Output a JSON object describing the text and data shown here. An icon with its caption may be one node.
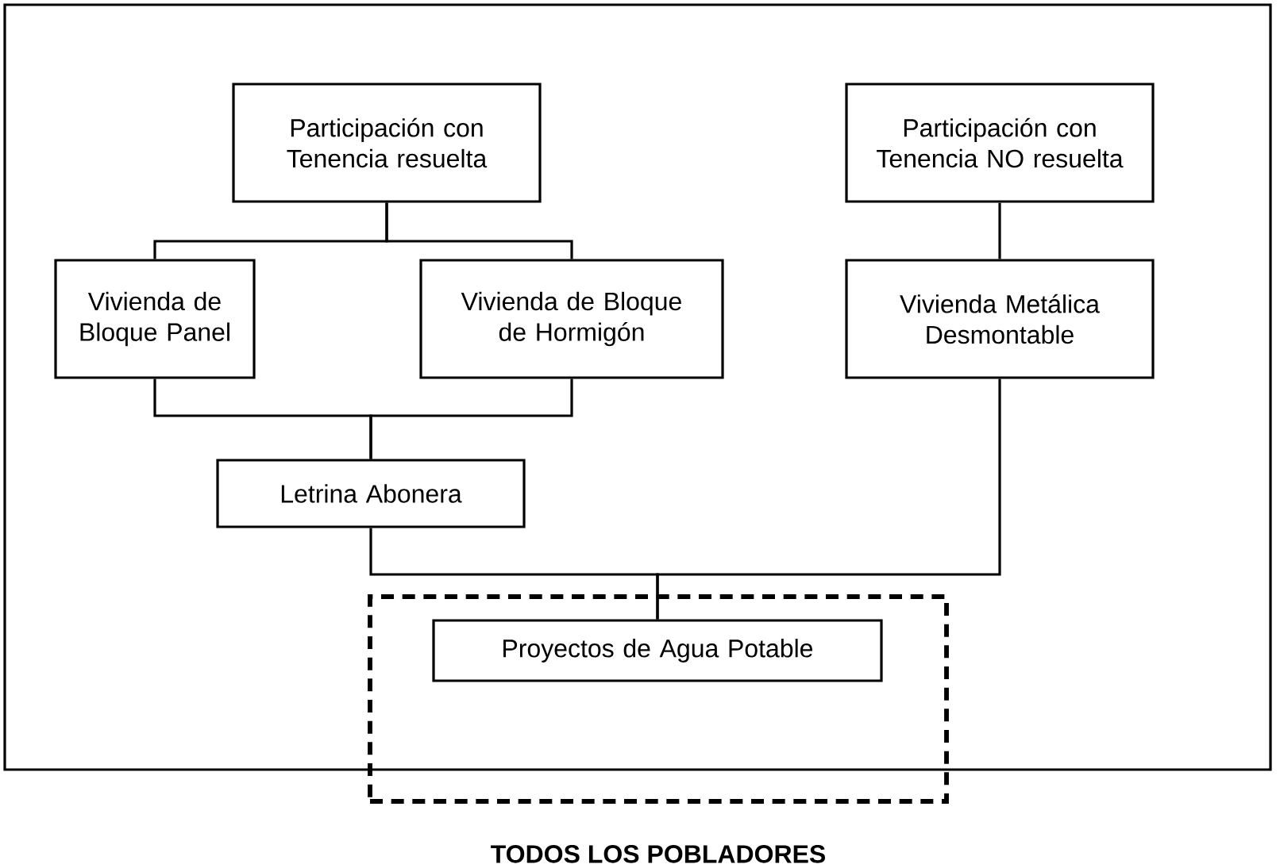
{
  "diagram": {
    "nodes": [
      {
        "text": [
          "Participación con Tenencia resuelta"
        ]
      },
      {
        "text": [
          "Participación con Tenencia NO resuelta"
        ]
      },
      {
        "text": [
          "Vivienda de Bloque Panel"
        ]
      },
      {
        "text": [
          "Vivienda de Bloque de Hormigón"
        ]
      },
      {
        "text": [
          "Vivienda Metálica Desmontable"
        ]
      },
      {
        "text": [
          "Letrina Abonera"
        ]
      },
      {
        "text": [
          "TODOS LOS POBLADORES"
        ]
      },
      {
        "text": [
          "Proyectos de Agua Potable"
        ],
        "in": 6
      }
    ],
    "edges": [
      {
        "from": 0,
        "to": 2,
        "arrow": "none"
      },
      {
        "from": 0,
        "to": 3,
        "arrow": "none"
      },
      {
        "from": 1,
        "to": 4,
        "arrow": "none"
      },
      {
        "from": 2,
        "to": 5,
        "arrow": "none"
      },
      {
        "from": 3,
        "to": 5,
        "arrow": "none"
      },
      {
        "from": 5,
        "to": 7,
        "arrow": "none"
      },
      {
        "from": 4,
        "to": 7,
        "arrow": "none"
      }
    ]
  }
}
